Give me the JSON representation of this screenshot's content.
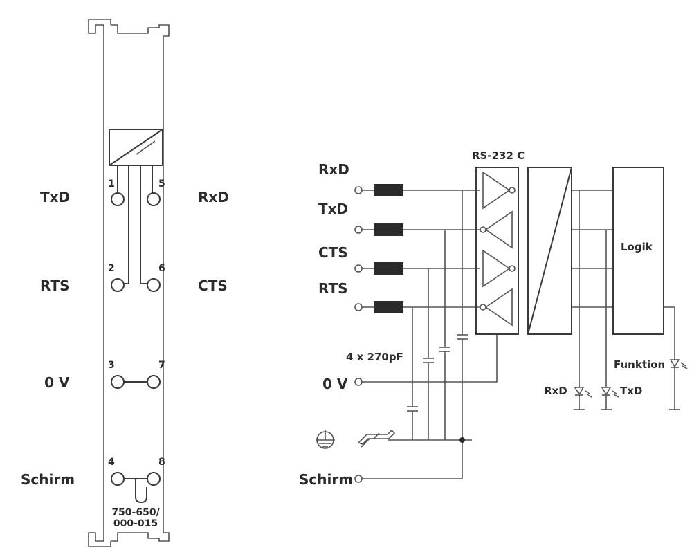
{
  "module": {
    "left_labels": [
      "TxD",
      "RTS",
      "0 V",
      "Schirm"
    ],
    "right_labels": [
      "RxD",
      "CTS"
    ],
    "pin_numbers": [
      "1",
      "5",
      "2",
      "6",
      "3",
      "7",
      "4",
      "8"
    ],
    "part_number_line1": "750-650/",
    "part_number_line2": "000-015"
  },
  "schematic": {
    "signals": [
      "RxD",
      "TxD",
      "CTS",
      "RTS"
    ],
    "interface_title": "RS-232 C",
    "capacitor_label": "4 x 270pF",
    "zero_v_label": "0 V",
    "shield_label": "Schirm",
    "logic_label": "Logik",
    "led_rxd": "RxD",
    "led_txd": "TxD",
    "led_function": "Funktion"
  }
}
